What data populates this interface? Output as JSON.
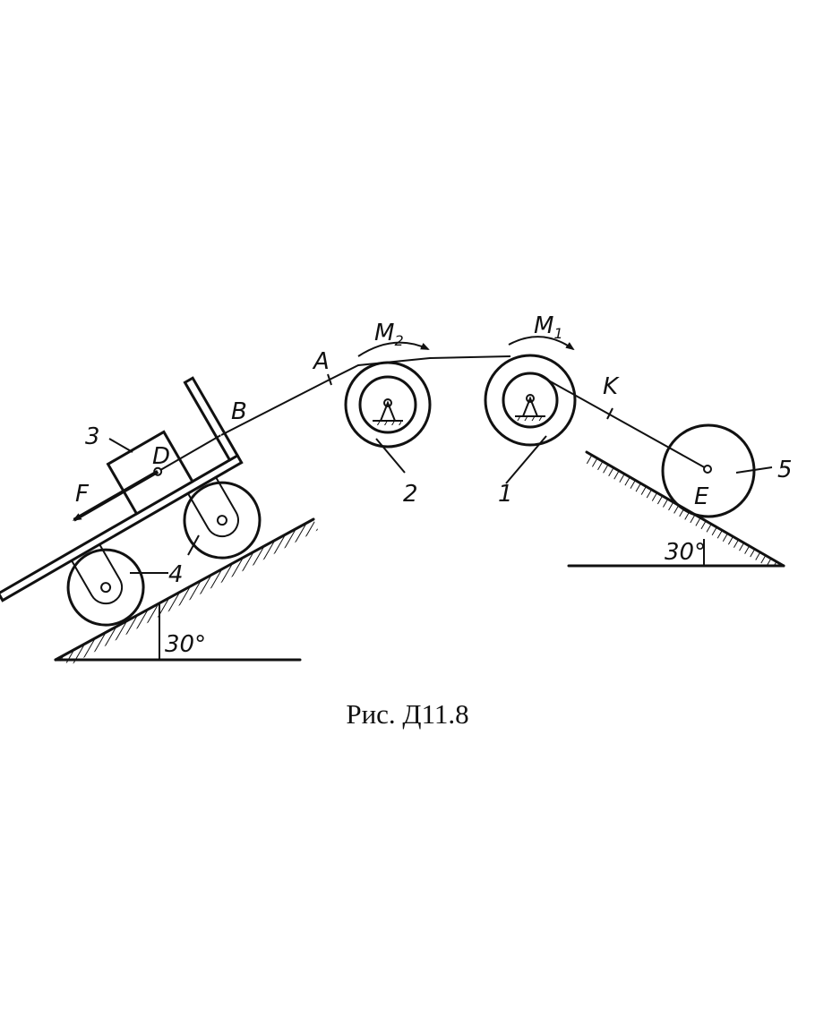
{
  "figure": {
    "caption": "Рис. Д11.8",
    "labels": {
      "A": "A",
      "B": "B",
      "D": "D",
      "E": "E",
      "K": "K",
      "F": "F",
      "body1": "1",
      "body2": "2",
      "body3": "3",
      "body4": "4",
      "body5": "5",
      "M1": "M",
      "M1_sub": "1",
      "M2": "M",
      "M2_sub": "2",
      "angle_left": "30°",
      "angle_right": "30°"
    }
  }
}
